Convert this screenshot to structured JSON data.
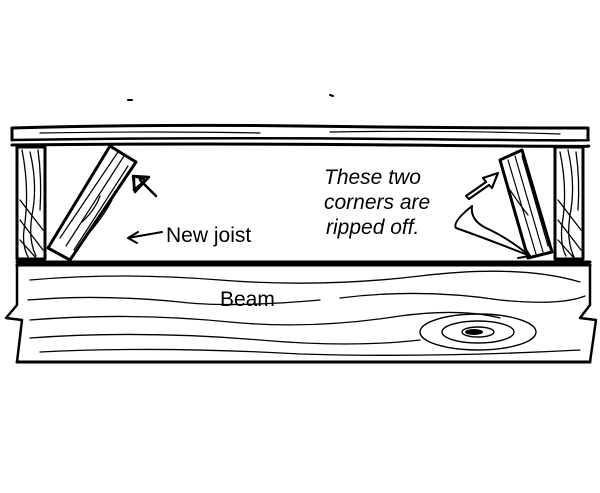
{
  "labels": {
    "new_joist": "New joist",
    "beam": "Beam",
    "note_line1": "These two",
    "note_line2": "corners are",
    "note_line3": "ripped off."
  },
  "colors": {
    "ink": "#000000",
    "paper": "#ffffff"
  }
}
